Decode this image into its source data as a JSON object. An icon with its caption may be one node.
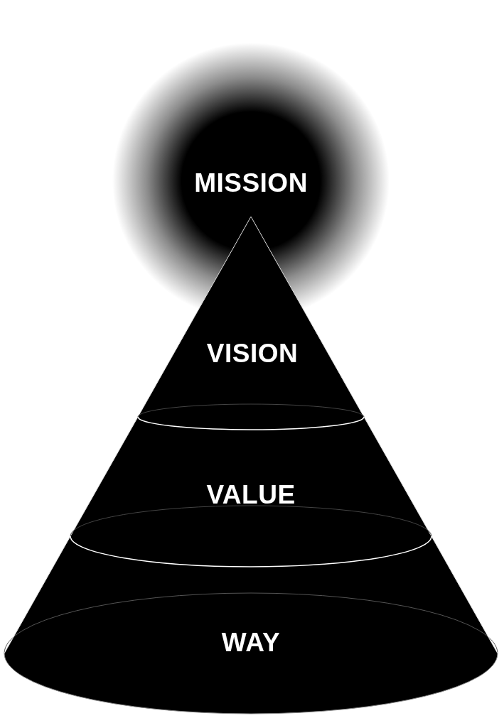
{
  "diagram": {
    "nodes": [
      {
        "text": [
          "MISSION"
        ]
      },
      {
        "text": [
          "VISION"
        ]
      },
      {
        "text": [
          "VALUE"
        ]
      },
      {
        "text": [
          "WAY"
        ]
      }
    ]
  }
}
